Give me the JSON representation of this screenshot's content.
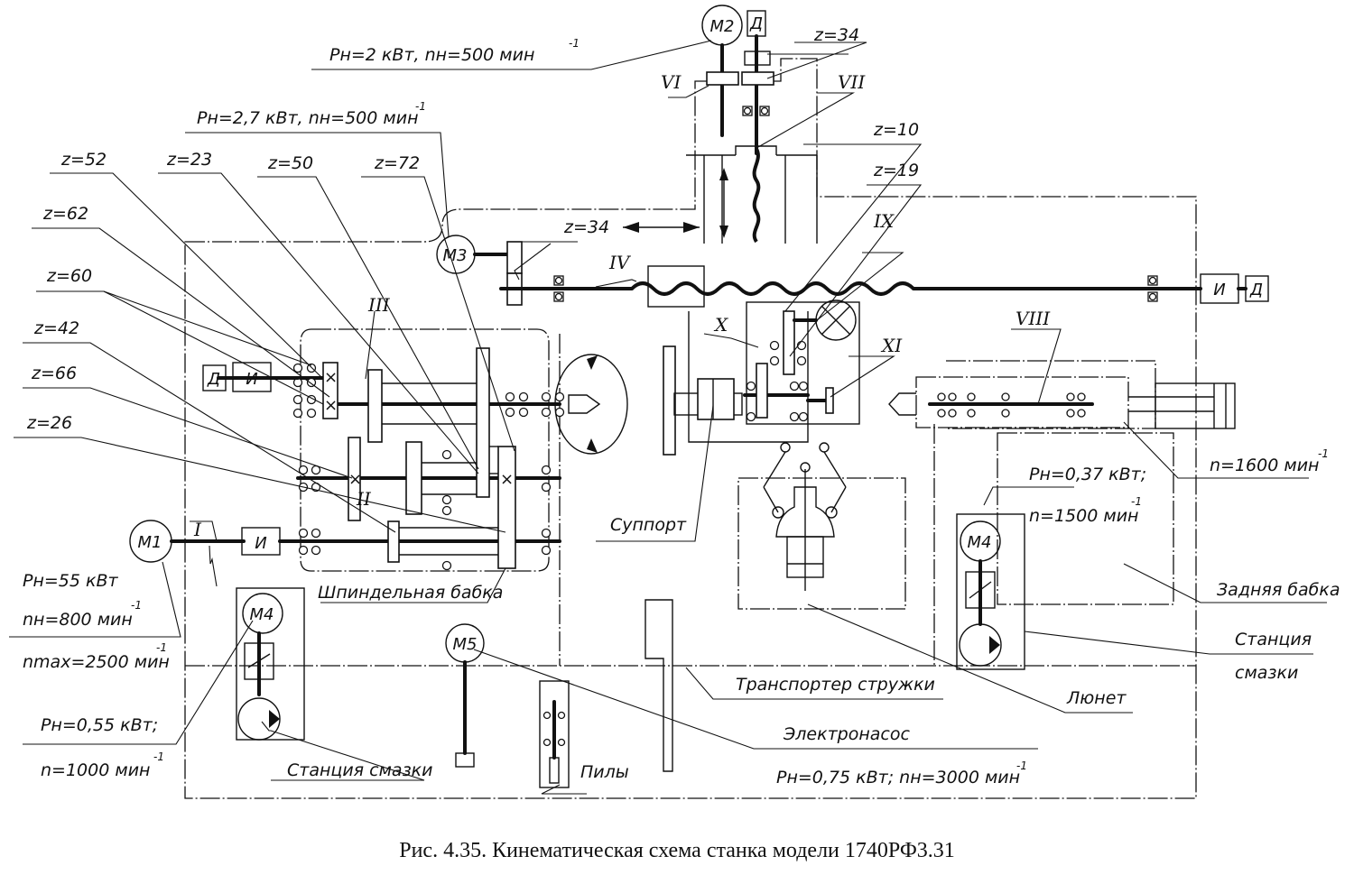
{
  "caption": "Рис. 4.35. Кинематическая схема станка модели 1740РФ3.31",
  "motors": {
    "m1": "M1",
    "m2": "M2",
    "m3": "M3",
    "m4_left": "M4",
    "m4_right": "M4",
    "m5": "M5"
  },
  "sensor_symbol": "Д",
  "coupling_symbol": "И",
  "shafts": [
    "I",
    "II",
    "III",
    "IV",
    "VI",
    "VII",
    "VIII",
    "IX",
    "X",
    "XI"
  ],
  "gear_labels": {
    "z52": "z=52",
    "z23": "z=23",
    "z50": "z=50",
    "z72": "z=72",
    "z62": "z=62",
    "z60": "z=60",
    "z42": "z=42",
    "z66": "z=66",
    "z26": "z=26",
    "z34_top": "z=34",
    "z34_mid": "z=34",
    "z10": "z=10",
    "z19": "z=19"
  },
  "specs": {
    "m2": {
      "main": "Pн=2 кВт, nн=500 мин",
      "exp": "-1"
    },
    "m3": {
      "main": "Pн=2,7 кВт, nн=500 мин",
      "exp": "-1"
    },
    "m1": {
      "line1": "Pн=55 кВт",
      "line2": "nн=800 мин",
      "line2_exp": "-1",
      "line3": "nmax=2500 мин",
      "line3_exp": "-1"
    },
    "m4_left": {
      "line1": "Pн=0,55 кВт;",
      "line2": "n=1000 мин",
      "line2_exp": "-1"
    },
    "m4_right": {
      "line1": "Pн=0,37 кВт;",
      "line2": "n=1500 мин",
      "line2_exp": "-1"
    },
    "tailstock_speed": {
      "main": "n=1600 мин",
      "exp": "-1"
    },
    "m5": {
      "main": "Pн=0,75 кВт; nн=3000 мин",
      "exp": "-1"
    }
  },
  "units": {
    "spindle_head": "Шпиндельная бабка",
    "carriage": "Суппорт",
    "tailstock": "Задняя бабка",
    "lube_station_right_1": "Станция",
    "lube_station_right_2": "смазки",
    "lube_station_left": "Станция смазки",
    "steady_rest": "Люнет",
    "chip_conveyor": "Транспортер стружки",
    "electro_pump": "Электронасос",
    "saws": "Пилы"
  }
}
